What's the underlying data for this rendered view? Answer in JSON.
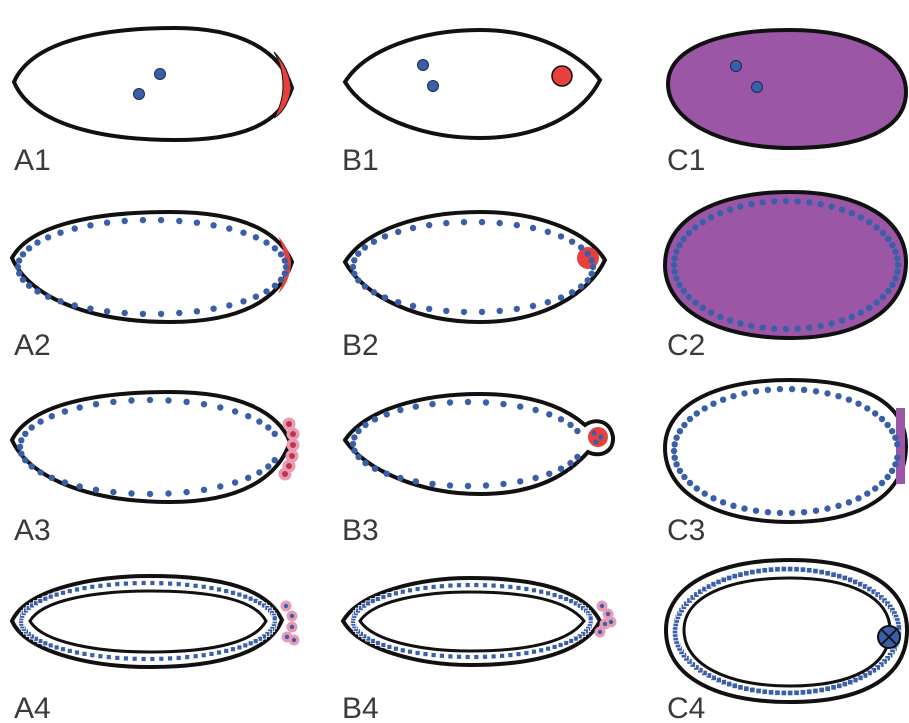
{
  "colors": {
    "outline": "#111111",
    "nucleus": "#3a5fa8",
    "germ_plasm": "#e8413c",
    "pole_cell_halo": "#e79bb5",
    "cytoplasm_purple": "#9b56a6",
    "background": "#ffffff"
  },
  "panels": [
    {
      "id": "A1",
      "label": "A1"
    },
    {
      "id": "B1",
      "label": "B1"
    },
    {
      "id": "C1",
      "label": "C1"
    },
    {
      "id": "A2",
      "label": "A2"
    },
    {
      "id": "B2",
      "label": "B2"
    },
    {
      "id": "C2",
      "label": "C2"
    },
    {
      "id": "A3",
      "label": "A3"
    },
    {
      "id": "B3",
      "label": "B3"
    },
    {
      "id": "C3",
      "label": "C3"
    },
    {
      "id": "A4",
      "label": "A4"
    },
    {
      "id": "B4",
      "label": "B4"
    },
    {
      "id": "C4",
      "label": "C4"
    }
  ]
}
